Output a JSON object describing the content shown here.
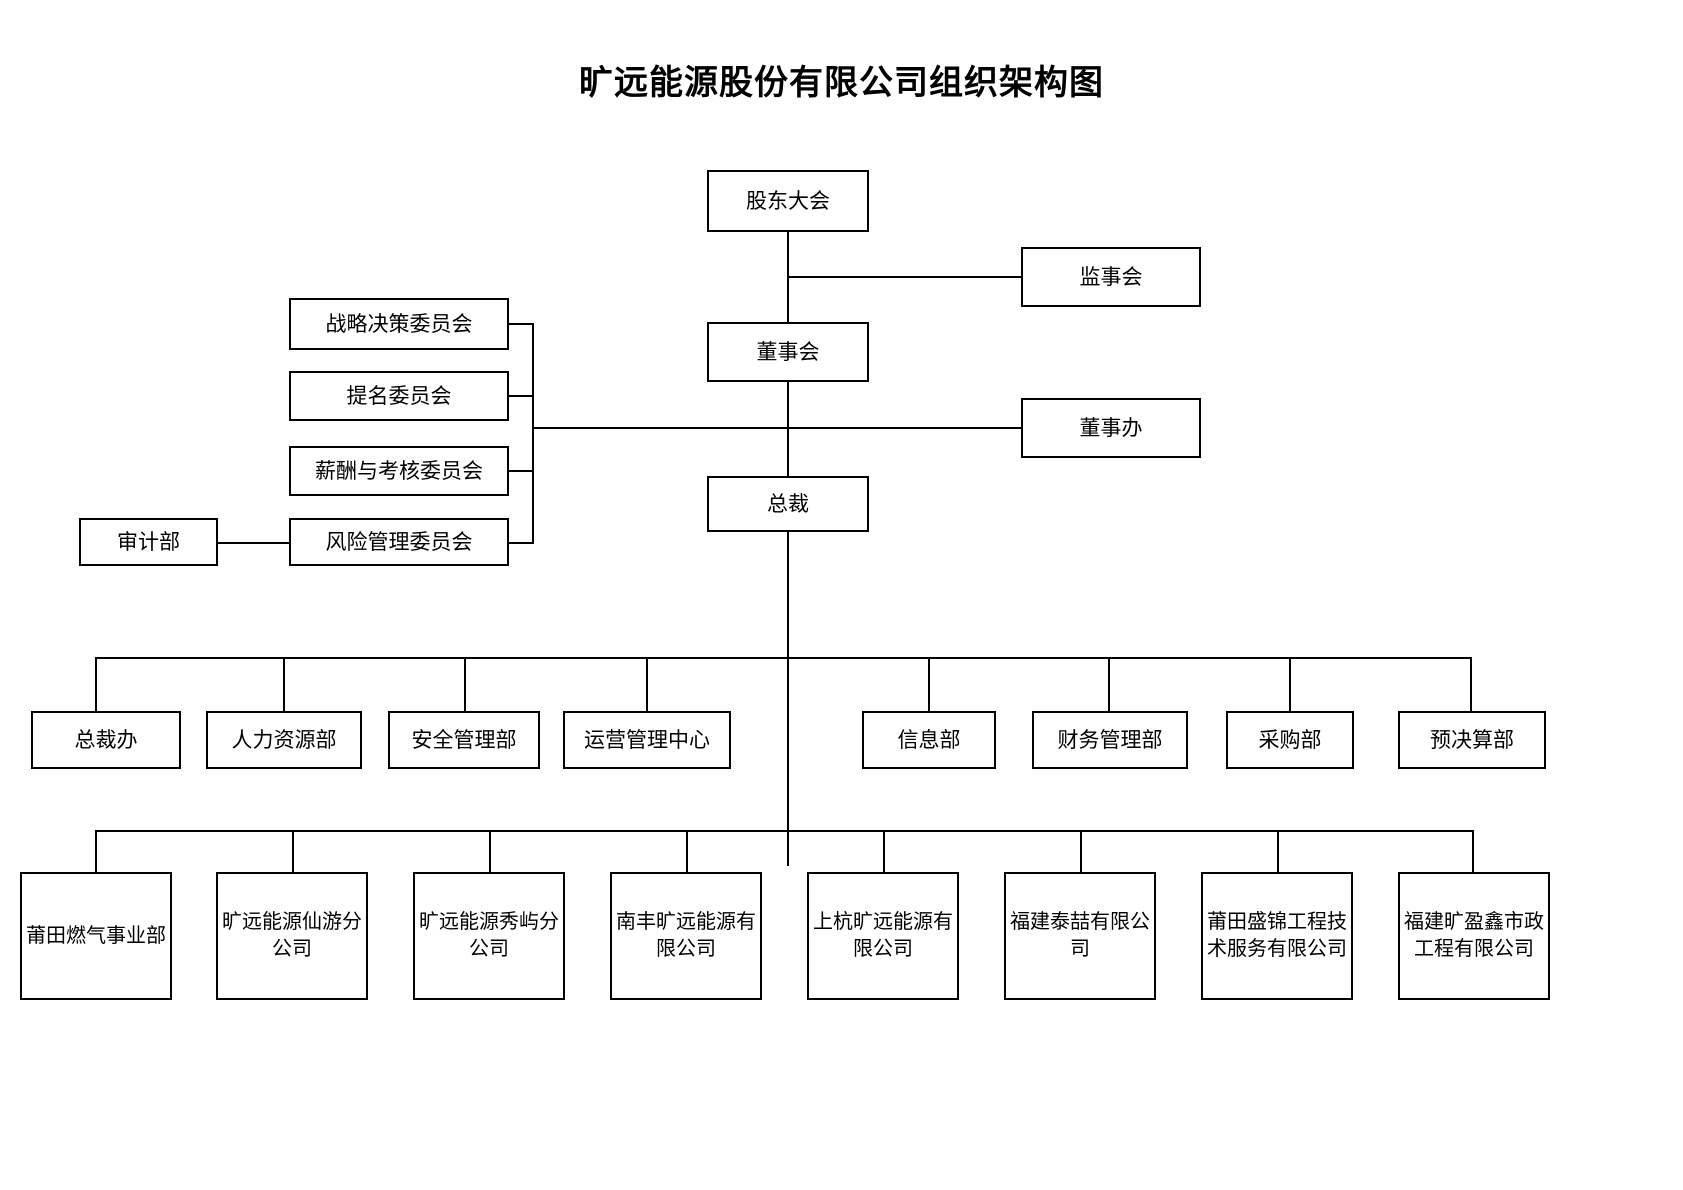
{
  "document": {
    "title": "旷远能源股份有限公司组织架构图",
    "type": "organization-chart",
    "background_color": "#ffffff",
    "line_color": "#000000",
    "text_color": "#000000"
  },
  "governance": {
    "shareholders_meeting": "股东大会",
    "supervisory_board": "监事会",
    "board_of_directors": "董事会",
    "board_office": "董事办",
    "president": "总裁"
  },
  "committees": [
    {
      "label": "战略决策委员会"
    },
    {
      "label": "提名委员会"
    },
    {
      "label": "薪酬与考核委员会"
    },
    {
      "label": "风险管理委员会"
    }
  ],
  "audit": {
    "label": "审计部"
  },
  "departments": [
    {
      "label": "总裁办"
    },
    {
      "label": "人力资源部"
    },
    {
      "label": "安全管理部"
    },
    {
      "label": "运营管理中心"
    },
    {
      "label": "信息部"
    },
    {
      "label": "财务管理部"
    },
    {
      "label": "采购部"
    },
    {
      "label": "预决算部"
    }
  ],
  "subsidiaries": [
    {
      "label": "莆田燃气事业部"
    },
    {
      "label": "旷远能源仙游分公司"
    },
    {
      "label": "旷远能源秀屿分公司"
    },
    {
      "label": "南丰旷远能源有限公司"
    },
    {
      "label": "上杭旷远能源有限公司"
    },
    {
      "label": "福建泰喆有限公司"
    },
    {
      "label": "莆田盛锦工程技术服务有限公司"
    },
    {
      "label": "福建旷盈鑫市政工程有限公司"
    }
  ]
}
